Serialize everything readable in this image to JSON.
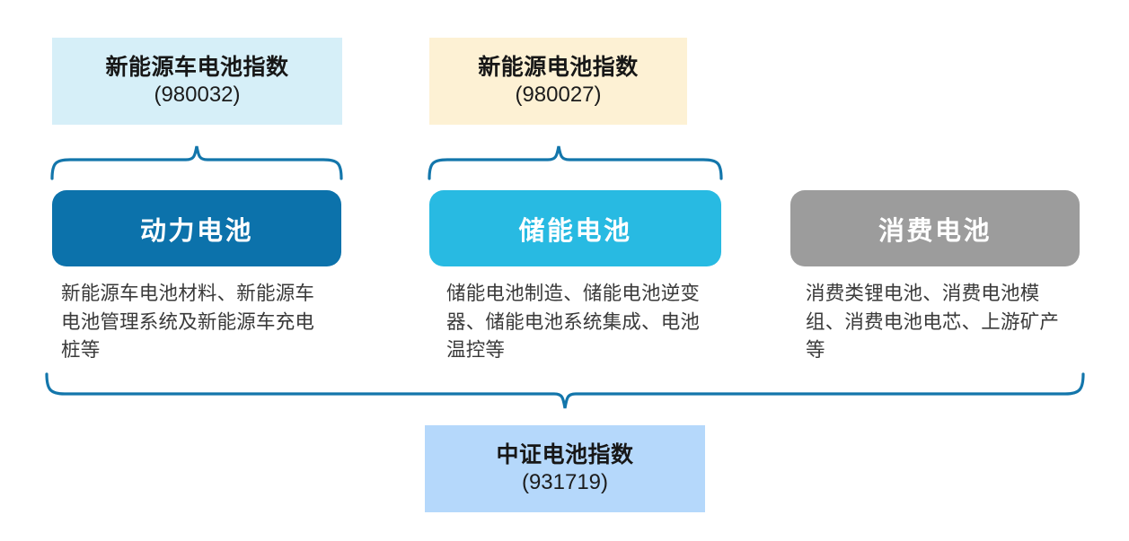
{
  "diagram": {
    "title_indices": [
      {
        "id": "nev-car-battery",
        "name": "新能源车电池指数",
        "code": "(980032)",
        "bg_color": "#d6eff8"
      },
      {
        "id": "nev-battery",
        "name": "新能源电池指数",
        "code": "(980027)",
        "bg_color": "#fdf1d4"
      }
    ],
    "categories": [
      {
        "id": "power-battery",
        "label": "动力电池",
        "color": "#0c72ab",
        "description": "新能源车电池材料、新能源车电池管理系统及新能源车充电桩等"
      },
      {
        "id": "storage-battery",
        "label": "储能电池",
        "color": "#28bae2",
        "description": "储能电池制造、储能电池逆变器、储能电池系统集成、电池温控等"
      },
      {
        "id": "consumer-battery",
        "label": "消费电池",
        "color": "#9c9c9c",
        "description": "消费类锂电池、消费电池模组、消费电池电芯、上游矿产等"
      }
    ],
    "summary_index": {
      "id": "csi-battery",
      "name": "中证电池指数",
      "code": "(931719)",
      "bg_color": "#b5d8fb"
    },
    "brace_color": "#1376ab"
  }
}
